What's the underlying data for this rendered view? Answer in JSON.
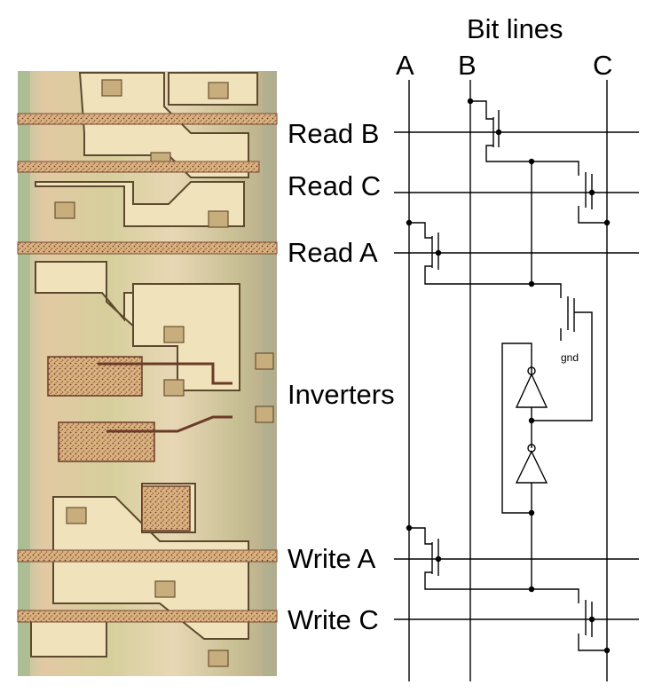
{
  "header": {
    "title": "Bit lines",
    "bitline_labels": [
      "A",
      "B",
      "C"
    ]
  },
  "rows": {
    "read_b": "Read B",
    "read_c": "Read C",
    "read_a": "Read A",
    "inverters": "Inverters",
    "write_a": "Write A",
    "write_c": "Write C"
  },
  "ground_label": "gnd",
  "colors": {
    "line": "#000000",
    "background": "#ffffff",
    "die_base": "#e6d9b2",
    "die_metal": "#efe3c0",
    "die_poly": "#a8746a",
    "die_diffusion": "#6f8a5a"
  }
}
